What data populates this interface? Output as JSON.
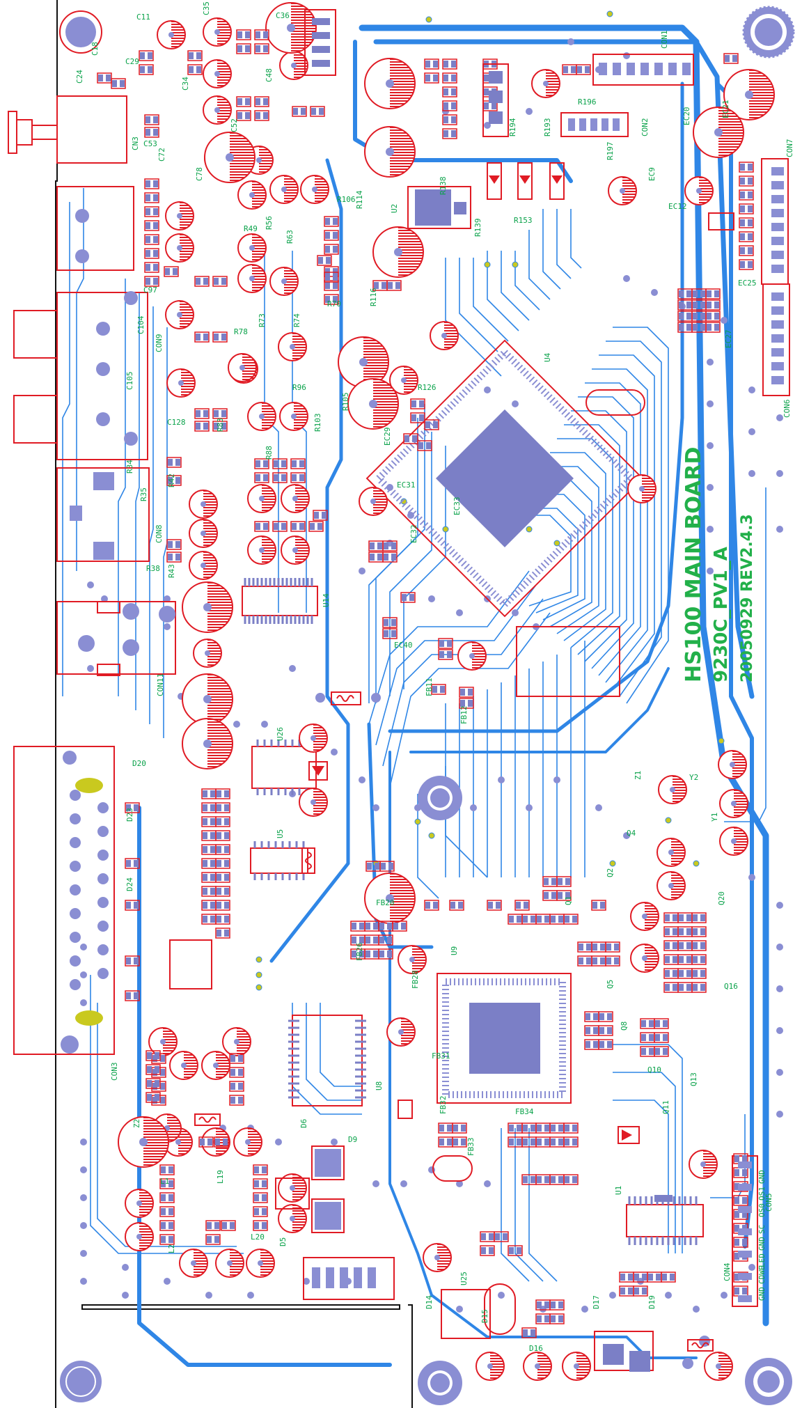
{
  "board": {
    "title_lines": [
      "HS100 MAIN BOARD",
      "9230C_PV1_A",
      "20050929 REV2.4.3"
    ],
    "colors": {
      "trace": "#2f86e6",
      "pad": "#7b7fc6",
      "outline": "#e01b24",
      "silk_text": "#0aa24a",
      "via": "#c9c91f",
      "edge": "#111111"
    }
  },
  "chips": [
    {
      "ref": "U4"
    },
    {
      "ref": "U9"
    },
    {
      "ref": "U8"
    },
    {
      "ref": "U14"
    },
    {
      "ref": "U5"
    },
    {
      "ref": "U1"
    },
    {
      "ref": "U2"
    },
    {
      "ref": "U26"
    },
    {
      "ref": "U25"
    }
  ],
  "connectors": [
    "CON1",
    "CON2",
    "CON3",
    "CON4",
    "CON5",
    "CON6",
    "CON7",
    "CON8",
    "CON9",
    "CON11",
    "CN3"
  ],
  "component_labels": [
    "C11",
    "C18",
    "C24",
    "C29",
    "C34",
    "C35",
    "C36",
    "C48",
    "C52",
    "C53",
    "C72",
    "C78",
    "C97",
    "C104",
    "C105",
    "C128",
    "R34",
    "R35",
    "R38",
    "R42",
    "R43",
    "R49",
    "R56",
    "R63",
    "R70",
    "R73",
    "R74",
    "R78",
    "R83",
    "R88",
    "R96",
    "R103",
    "R105",
    "R106",
    "R114",
    "R116",
    "R126",
    "R138",
    "R139",
    "R153",
    "R193",
    "R194",
    "R196",
    "R197",
    "EC9",
    "EC12",
    "EC20",
    "EC21",
    "EC25",
    "EC27",
    "EC29",
    "EC31",
    "EC32",
    "EC33",
    "EC40",
    "FB11",
    "FB12",
    "FB20",
    "FB26",
    "FB28",
    "FB31",
    "FB32",
    "FB33",
    "FB34",
    "Q1",
    "Q2",
    "Q4",
    "Q5",
    "Q8",
    "Q10",
    "Q11",
    "Q13",
    "Q16",
    "Q20",
    "Y1",
    "Y2",
    "Z1",
    "Z2",
    "L1",
    "L2",
    "L19",
    "L20",
    "D5",
    "D6",
    "D9",
    "D14",
    "D15",
    "D16",
    "D17",
    "D19",
    "D20",
    "D23",
    "D24"
  ],
  "pin_names_right": [
    "GND",
    "OS1",
    "OS0",
    "SC",
    "GND",
    "LED",
    "CDWE",
    "GND"
  ]
}
